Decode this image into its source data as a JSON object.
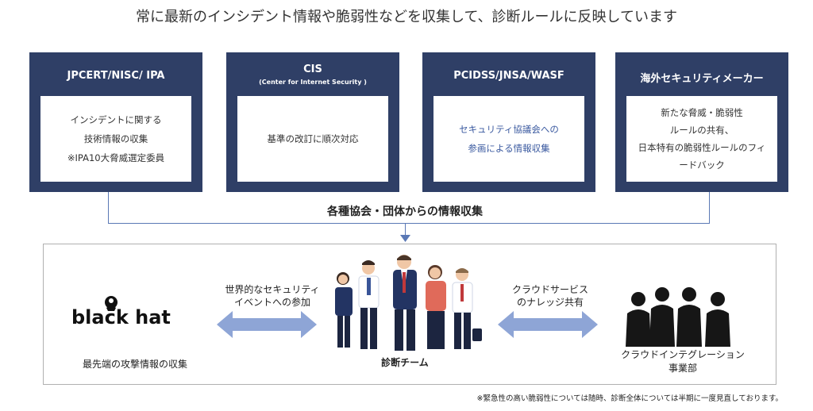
{
  "title": "常に最新のインシデント情報や脆弱性などを収集して、診断ルールに反映しています",
  "cards": [
    {
      "head": "JPCERT/NISC/ IPA",
      "sub": "",
      "lines": [
        "インシデントに関する",
        "技術情報の収集",
        "※IPA10大脅威選定委員"
      ]
    },
    {
      "head": "CIS",
      "sub": "(Center for Internet Security )",
      "lines": [
        "基準の改訂に順次対応"
      ]
    },
    {
      "head": "PCIDSS/JNSA/WASF",
      "sub": "",
      "lines": [
        "セキュリティ協議会への",
        "参画による情報収集"
      ]
    },
    {
      "head": "海外セキュリティメーカー",
      "sub": "",
      "lines": [
        "新たな脅威・脆弱性",
        "ルールの共有、",
        "日本特有の脆弱性ルールのフィ",
        "ードバック"
      ]
    }
  ],
  "collect_label": "各種協会・団体からの情報収集",
  "blackhat": {
    "logo_text": "black hat",
    "caption": "最先端の攻撃情報の収集"
  },
  "left_arrow_label": [
    "世界的なセキュリティ",
    "イベントへの参加"
  ],
  "right_arrow_label": [
    "クラウドサービス",
    "のナレッジ共有"
  ],
  "team_label": "診断チーム",
  "cloud_caption": [
    "クラウドインテグレーション",
    "事業部"
  ],
  "note": "※緊急性の高い脆弱性については随時、診断全体については半期に一度見直しております。",
  "colors": {
    "card_bg": "#2f3f66",
    "arrow": "#8ea5d6",
    "connector": "#5a78b5",
    "accent_text": "#3b5aa0"
  }
}
